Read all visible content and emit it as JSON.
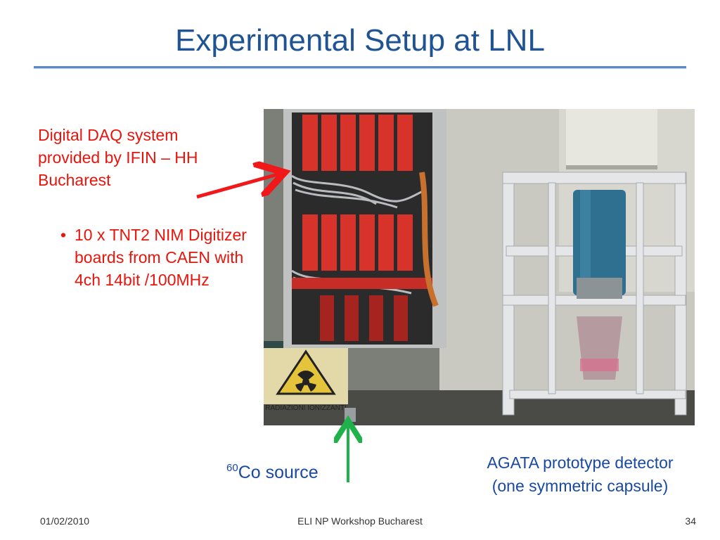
{
  "slide": {
    "title": "Experimental Setup at LNL",
    "daq_label_lines": [
      "Digital DAQ system",
      "provided by IFIN – HH",
      "Bucharest"
    ],
    "bullets": [
      "10 x TNT2 NIM Digitizer boards from CAEN with  4ch 14bit /100MHz"
    ],
    "co_source": {
      "superscript": "60",
      "text": "Co source"
    },
    "agata_lines": [
      "AGATA prototype detector",
      "(one symmetric capsule)"
    ],
    "photo_sign_text": "RADIAZIONI IONIZZANTI",
    "colors": {
      "title": "#1f5394",
      "title_rule": "#5d89c0",
      "daq_text": "#e8150c",
      "blue_caption": "#1a4aa0",
      "red_arrow": "#f01818",
      "green_arrow": "#1fb24a"
    }
  },
  "footer": {
    "date": "01/02/2010",
    "event": "ELI NP Workshop Bucharest",
    "page_number": "34"
  }
}
